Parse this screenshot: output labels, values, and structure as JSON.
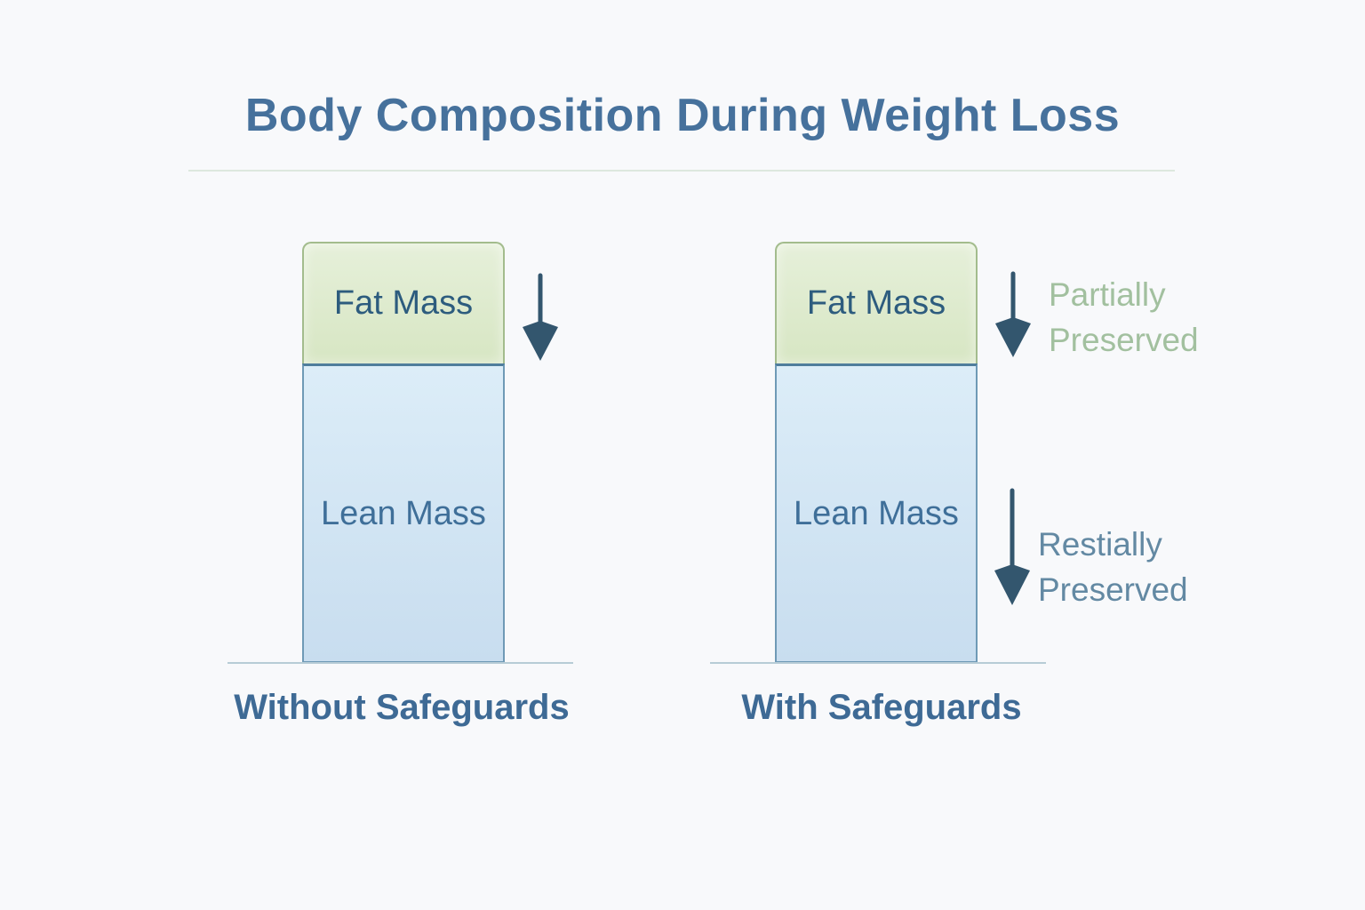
{
  "title": "Body Composition During Weight Loss",
  "colors": {
    "background": "#f8f9fb",
    "title_text": "#46719c",
    "divider": "#dde8de",
    "fat_fill_top": "#e6f0da",
    "fat_fill_bottom": "#d7e6c3",
    "fat_border": "#a3bc8d",
    "fat_label": "#2d5c7e",
    "lean_fill_top": "#dcedf8",
    "lean_fill_bottom": "#c8ddef",
    "lean_border": "#6f9ab6",
    "lean_border_top": "#4f7d9c",
    "lean_label": "#3f6f99",
    "arrow": "#33566e",
    "baseline": "#b7ccd6",
    "caption_text": "#3e6a95",
    "annotation_green": "#a2c09f",
    "annotation_blue": "#6389a3"
  },
  "icons": {
    "down_arrow": "↓"
  },
  "left_panel": {
    "caption": "Without Safeguards",
    "fat_label": "Fat Mass",
    "lean_label": "Lean Mass"
  },
  "right_panel": {
    "caption": "With Safeguards",
    "fat_label": "Fat Mass",
    "lean_label": "Lean Mass",
    "fat_annotation_line1": "Partially",
    "fat_annotation_line2": "Preserved",
    "lean_annotation_line1": "Restially",
    "lean_annotation_line2": "Preserved"
  },
  "chart_data": {
    "type": "bar",
    "subtype": "stacked-comparison-no-axes",
    "title": "Body Composition During Weight Loss",
    "categories": [
      "Without Safeguards",
      "With Safeguards"
    ],
    "series": [
      {
        "name": "Lean Mass",
        "relative_height_pct": [
          71,
          71
        ]
      },
      {
        "name": "Fat Mass",
        "relative_height_pct": [
          29,
          29
        ]
      }
    ],
    "annotations": [
      {
        "target": "Without Safeguards / Fat Mass",
        "symbol": "down-arrow",
        "text": ""
      },
      {
        "target": "With Safeguards / Fat Mass",
        "symbol": "down-arrow",
        "text": "Partially Preserved"
      },
      {
        "target": "With Safeguards / Lean Mass",
        "symbol": "down-arrow",
        "text": "Restially Preserved"
      }
    ],
    "axis_lines": "baseline only under each bar",
    "legend": "none",
    "grid": false
  }
}
